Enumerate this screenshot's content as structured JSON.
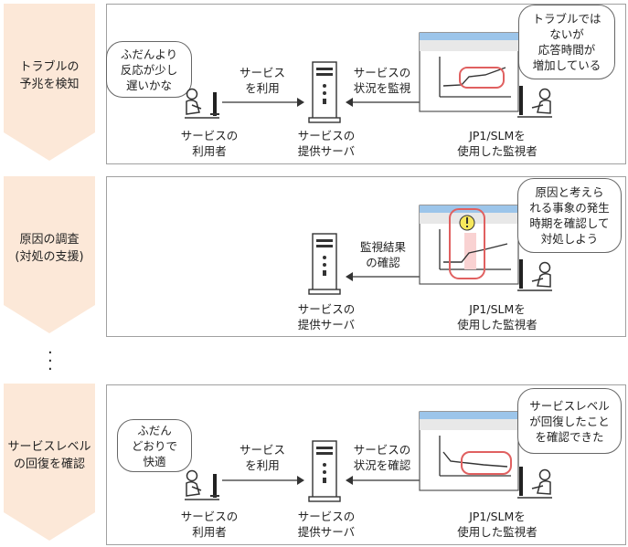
{
  "stages": [
    {
      "label": "トラブルの\n予兆を検知",
      "user_bubble": "ふだんより\n反応が少し\n遅いかな",
      "user_label": "サービスの\n利用者",
      "arrow_use": "サービス\nを利用",
      "server_label": "サービスの\n提供サーバ",
      "arrow_monitor": "サービスの\n状況を監視",
      "monitor_label": "JP1/SLMを\n使用した監視者",
      "monitor_bubble": "トラブルでは\nないが\n応答時間が\n増加している"
    },
    {
      "label": "原因の調査\n(対処の支援)",
      "server_label": "サービスの\n提供サーバ",
      "arrow_monitor": "監視結果\nの確認",
      "monitor_label": "JP1/SLMを\n使用した監視者",
      "monitor_bubble": "原因と考えら\nれる事象の発生\n時期を確認して\n対処しよう"
    },
    {
      "label": "サービスレベル\nの回復を確認",
      "user_bubble": "ふだん\nどおりで\n快適",
      "user_label": "サービスの\n利用者",
      "arrow_use": "サービス\nを利用",
      "server_label": "サービスの\n提供サーバ",
      "arrow_monitor": "サービスの\n状況を確認",
      "monitor_label": "JP1/SLMを\n使用した監視者",
      "monitor_bubble": "サービスレベル\nが回復したこと\nを確認できた"
    }
  ],
  "colors": {
    "chevron": "#fce8d8",
    "highlight": "#e06060",
    "alert": "#f7e85c"
  }
}
